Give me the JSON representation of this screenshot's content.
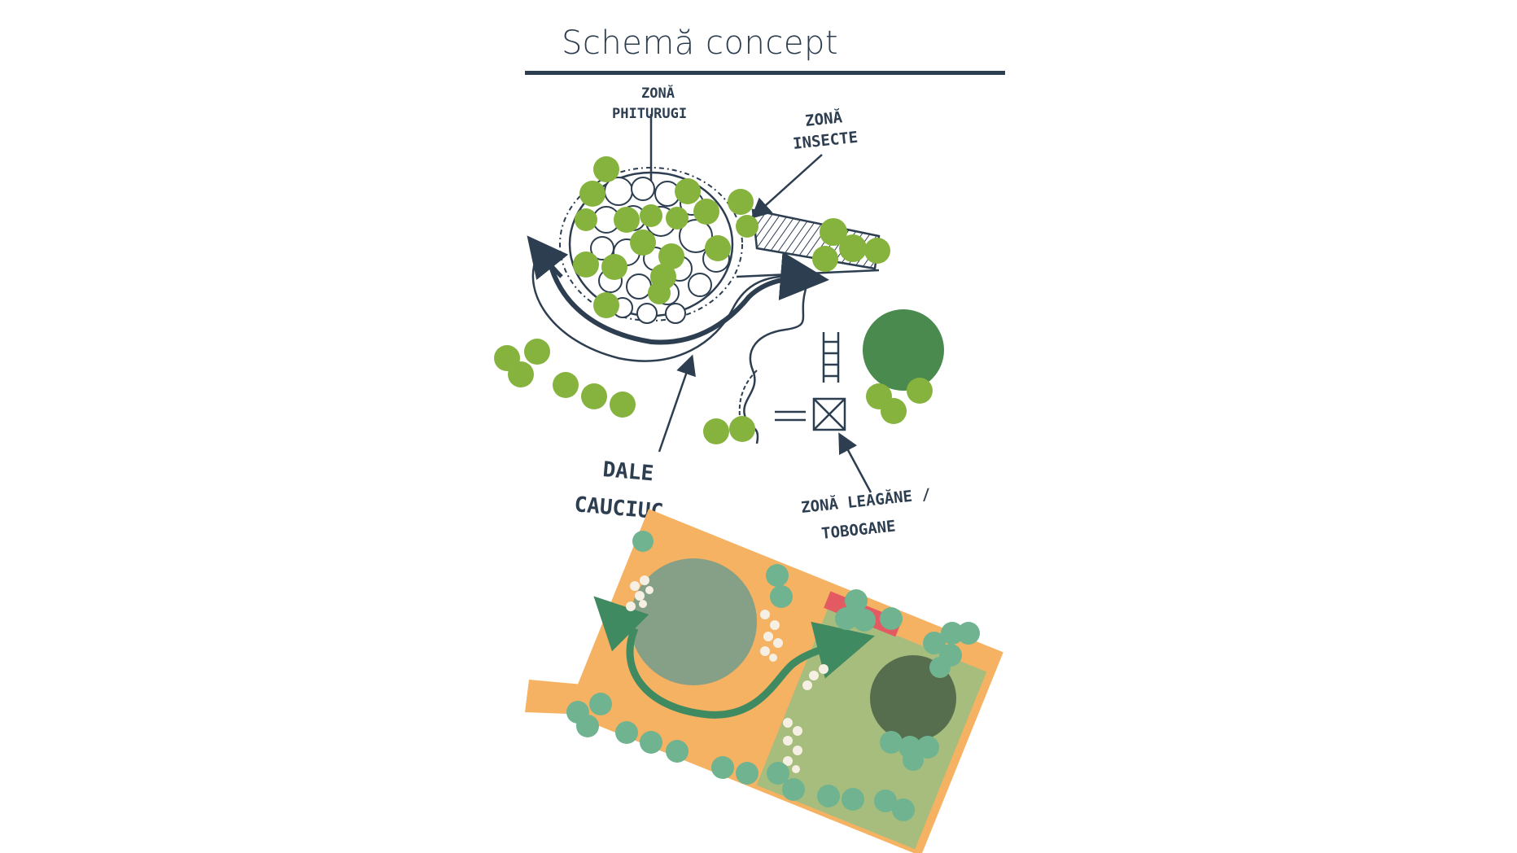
{
  "title": "Schemă concept",
  "labels": {
    "zona_pitici": [
      "ZONĂ",
      "PHITURUGI"
    ],
    "zona_insecte": [
      "ZONĂ",
      "INSECTE"
    ],
    "dale_cauciuc": [
      "DALE",
      "CAUCIUC"
    ],
    "zona_leagane": [
      "ZONĂ LEAGĂNE /",
      "TOBOGANE"
    ]
  },
  "icons": {
    "tree": "tree-icon",
    "big_tree": "big-tree-icon",
    "arrow": "arrow-icon",
    "swing": "swing-icon",
    "slide": "slide-icon"
  },
  "colors": {
    "ink": "#2d3e50",
    "sketch_tree": "#86b33e",
    "big_tree": "#4a8a4e",
    "plan_orange": "#f5b262",
    "plan_lawn": "#a6bd7e",
    "plan_round": "#85a086",
    "plan_canopy": "#566e4e",
    "plan_shrub": "#6fb390",
    "plan_arrow": "#3f8a61",
    "plan_red": "#e45a62",
    "flower": "#f6efe3"
  }
}
